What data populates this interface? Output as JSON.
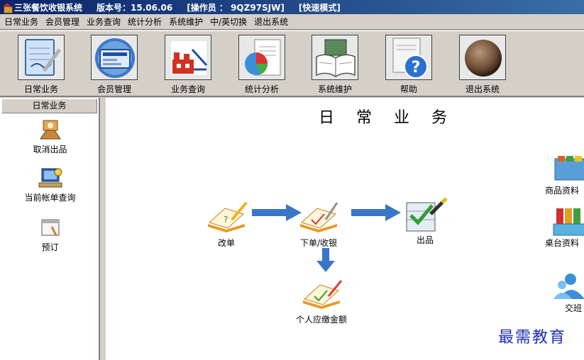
{
  "window": {
    "app_name": "三张餐饮收银系统",
    "version": "版本号：15.06.06",
    "operator": "[操作员 ： 9QZ97SJW]",
    "mode": "[快速模式]"
  },
  "menubar": {
    "items": [
      "日常业务",
      "会员管理",
      "业务查询",
      "统计分析",
      "系统维护",
      "中/英切换",
      "退出系统"
    ]
  },
  "toolbar": {
    "items": [
      {
        "label": "日常业务",
        "icon": "notepad-pen-icon"
      },
      {
        "label": "会员管理",
        "icon": "member-card-icon"
      },
      {
        "label": "业务查询",
        "icon": "building-query-icon"
      },
      {
        "label": "统计分析",
        "icon": "pie-chart-report-icon"
      },
      {
        "label": "系统维护",
        "icon": "open-book-icon"
      },
      {
        "label": "帮助",
        "icon": "help-icon"
      },
      {
        "label": "退出系统",
        "icon": "exit-orb-icon"
      }
    ]
  },
  "sidebar": {
    "header": "日常业务",
    "items": [
      {
        "label": "取消出品",
        "icon": "cancel-dish-icon"
      },
      {
        "label": "当前帐单查询",
        "icon": "bill-query-icon"
      },
      {
        "label": "预订",
        "icon": "reservation-icon"
      }
    ]
  },
  "main": {
    "title": "日 常 业 务",
    "flow": {
      "edit_order": "改单",
      "place_order": "下单/收银",
      "serve": "出品",
      "personal_amount": "个人应缴金额"
    },
    "right_items": [
      "商品资料",
      "桌台资料",
      "交班"
    ]
  },
  "watermark": "最需教育",
  "colors": {
    "title_bar_start": "#0a246a",
    "title_bar_end": "#3a6ea5",
    "arrow_blue": "#3a76c8",
    "watermark": "#1d2fb0"
  }
}
